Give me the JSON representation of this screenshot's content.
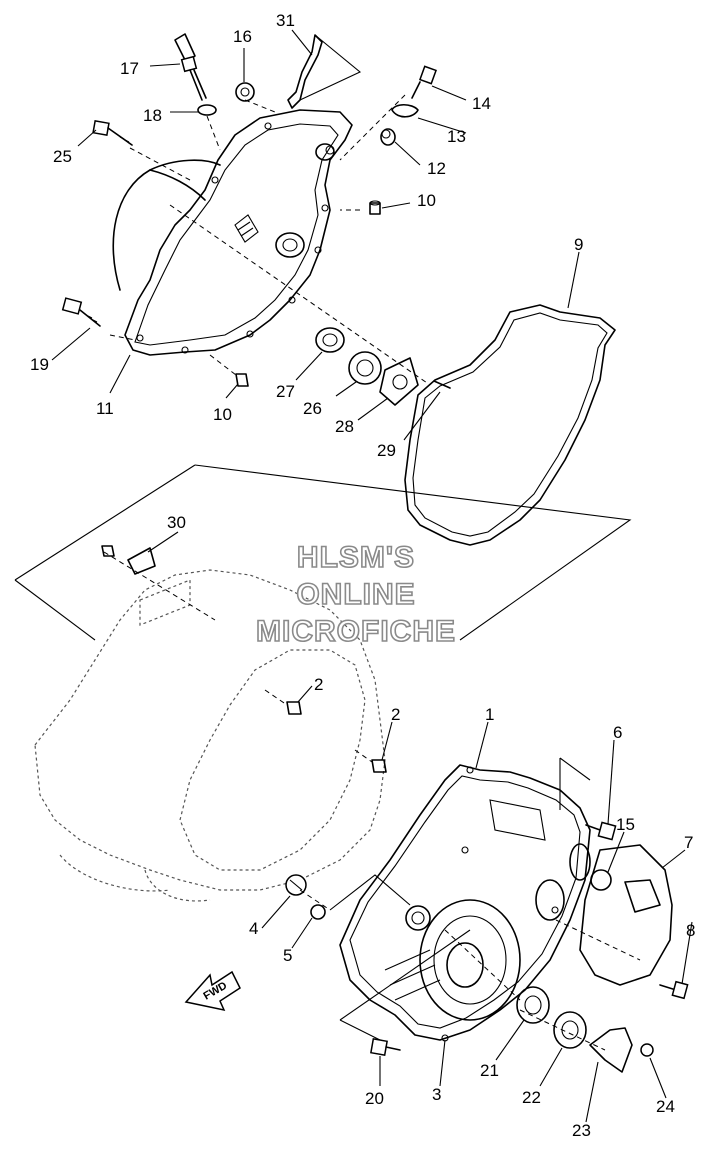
{
  "watermark": {
    "line1": "HLSM'S",
    "line2": "ONLINE",
    "line3": "MICROFICHE"
  },
  "fwd_label": "FWD",
  "callouts": [
    {
      "id": "c31",
      "text": "31"
    },
    {
      "id": "c16",
      "text": "16"
    },
    {
      "id": "c17",
      "text": "17"
    },
    {
      "id": "c18",
      "text": "18"
    },
    {
      "id": "c14",
      "text": "14"
    },
    {
      "id": "c13",
      "text": "13"
    },
    {
      "id": "c25",
      "text": "25"
    },
    {
      "id": "c12",
      "text": "12"
    },
    {
      "id": "c10a",
      "text": "10"
    },
    {
      "id": "c9",
      "text": "9"
    },
    {
      "id": "c19",
      "text": "19"
    },
    {
      "id": "c11",
      "text": "11"
    },
    {
      "id": "c10b",
      "text": "10"
    },
    {
      "id": "c27",
      "text": "27"
    },
    {
      "id": "c26",
      "text": "26"
    },
    {
      "id": "c28",
      "text": "28"
    },
    {
      "id": "c29",
      "text": "29"
    },
    {
      "id": "c30",
      "text": "30"
    },
    {
      "id": "c2a",
      "text": "2"
    },
    {
      "id": "c2b",
      "text": "2"
    },
    {
      "id": "c1",
      "text": "1"
    },
    {
      "id": "c6",
      "text": "6"
    },
    {
      "id": "c15",
      "text": "15"
    },
    {
      "id": "c7",
      "text": "7"
    },
    {
      "id": "c4",
      "text": "4"
    },
    {
      "id": "c5",
      "text": "5"
    },
    {
      "id": "c8",
      "text": "8"
    },
    {
      "id": "c21",
      "text": "21"
    },
    {
      "id": "c20",
      "text": "20"
    },
    {
      "id": "c3",
      "text": "3"
    },
    {
      "id": "c22",
      "text": "22"
    },
    {
      "id": "c24",
      "text": "24"
    },
    {
      "id": "c23",
      "text": "23"
    }
  ]
}
